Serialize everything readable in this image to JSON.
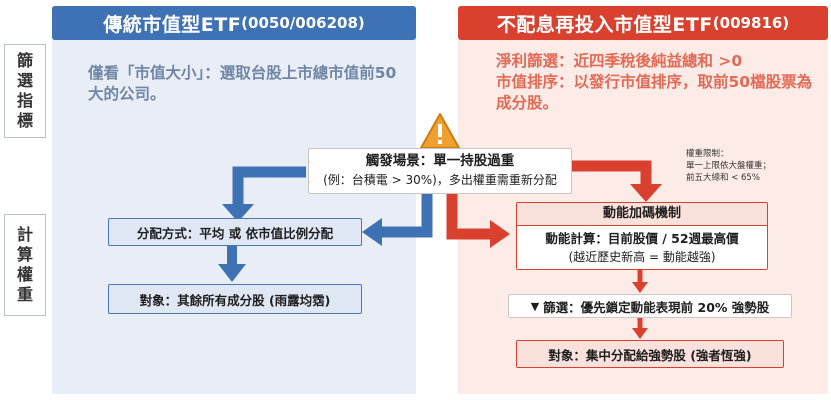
{
  "left": {
    "title": "傳統市值型ETF",
    "title_code": "(0050/006208)",
    "description": "僅看「市值大小」：選取台股上市總市值前50大的公司。",
    "allocation": "分配方式：平均 或 依市值比例分配",
    "target": "對象：其餘所有成分股 (雨露均霑)"
  },
  "right": {
    "title": "不配息再投入市值型ETF",
    "title_code": "(009816)",
    "filter_line": "淨利篩選：近四季稅後純益總和 >0",
    "rank_line": "市值排序：以發行市值排序，取前50檔股票為成分股。",
    "mechanism_title": "動能加碼機制",
    "mechanism_calc_line1": "動能計算：目前股價 / 52週最高價",
    "mechanism_calc_line2": "(越近歷史新高 = 動能越強)",
    "screen": "篩選：優先鎖定動能表現前 20% 強勢股",
    "target": "對象：集中分配給強勢股 (強者恆強)"
  },
  "side_labels": {
    "screening": "篩選指標",
    "weighting": "計算權重"
  },
  "trigger": {
    "title": "觸發場景：單一持股過重",
    "detail": "(例：台積電 > 30%)，多出權重需重新分配"
  },
  "weight_note": {
    "line1": "權重限制：",
    "line2": "單一上限依大盤權重；",
    "line3": "前五大總和 < 65%"
  },
  "colors": {
    "blue": "#3f72b5",
    "red": "#d9412e",
    "warning": "#f0a030"
  },
  "icons": {
    "warning": "warning-triangle-icon",
    "filter": "filter-funnel-icon"
  }
}
